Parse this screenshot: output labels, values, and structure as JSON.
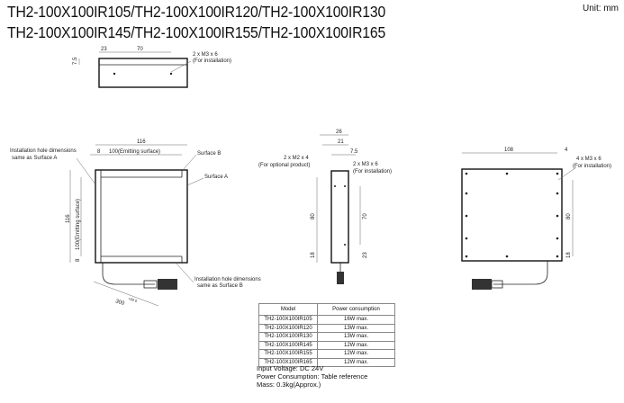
{
  "title_line1": "TH2-100X100IR105/TH2-100X100IR120/TH2-100X100IR130",
  "title_line2": "TH2-100X100IR145/TH2-100X100IR155/TH2-100X100IR165",
  "unit": "Unit: mm",
  "top_view": {
    "dim_23": "23",
    "dim_70": "70",
    "dim_7_5": "7.5",
    "hole": "2 x M3 x 6",
    "hole_note": "(For installation)"
  },
  "front_view": {
    "dim_116_w": "116",
    "dim_8": "8",
    "emit_w": "100(Emitting surface)",
    "dim_116_h": "116",
    "emit_h": "100(Emitting surface)",
    "dim_8_b": "8",
    "note_a1": "Installation hole dimensions",
    "note_a2": "same as Surface A",
    "surface_b": "Surface B",
    "surface_a": "Surface A",
    "note_b1": "Installation hole dimensions",
    "note_b2": "same as Surface B",
    "cable": "300",
    "cable_tol": "+50 0"
  },
  "side_view": {
    "dim_26": "26",
    "dim_21": "21",
    "dim_7_5": "7.5",
    "hole_m2": "2 x M2 x 4",
    "hole_m2_note": "(For optional product)",
    "hole_m3": "2 x M3 x 6",
    "hole_m3_note": "(For installation)",
    "dim_80": "80",
    "dim_70": "70",
    "dim_18": "18",
    "dim_23": "23"
  },
  "rear_view": {
    "dim_108": "108",
    "dim_4": "4",
    "hole": "4 x M3 x 6",
    "hole_note": "(For installation)",
    "dim_80": "80",
    "dim_18": "18"
  },
  "table": {
    "headers": [
      "Model",
      "Power consumption"
    ],
    "rows": [
      [
        "TH2-100X100IR105",
        "16W max."
      ],
      [
        "TH2-100X100IR120",
        "13W max."
      ],
      [
        "TH2-100X100IR130",
        "13W max."
      ],
      [
        "TH2-100X100IR145",
        "12W max."
      ],
      [
        "TH2-100X100IR155",
        "12W max."
      ],
      [
        "TH2-100X100IR165",
        "12W max."
      ]
    ]
  },
  "specs": [
    "Input Voltage: DC 24V",
    "Power Consumption: Table reference",
    "Mass: 0.3kg(Approx.)"
  ]
}
